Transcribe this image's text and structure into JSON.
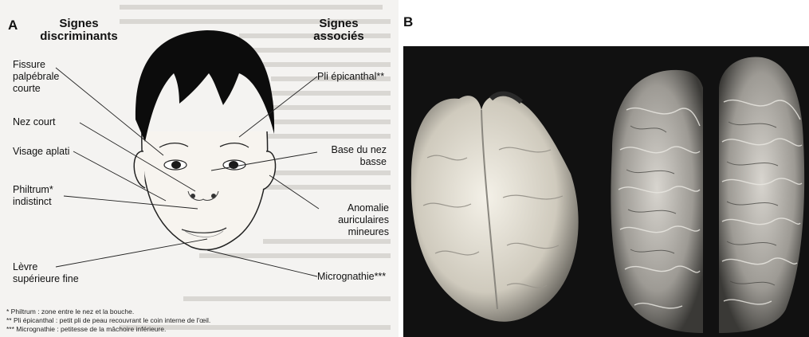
{
  "panel_a": {
    "letter": "A",
    "header_left": [
      "Signes",
      "discriminants"
    ],
    "header_right": [
      "Signes",
      "associés"
    ],
    "labels_left": {
      "fissure": [
        "Fissure",
        "palpébrale",
        "courte"
      ],
      "nez_court": "Nez court",
      "visage": "Visage aplati",
      "philtrum": [
        "Philtrum*",
        "indistinct"
      ],
      "levre": [
        "Lèvre",
        "supérieure fine"
      ]
    },
    "labels_right": {
      "pli": "Pli épicanthal**",
      "base_nez": [
        "Base du nez",
        "basse"
      ],
      "anomalie": [
        "Anomalie",
        "auriculaires",
        "mineures"
      ],
      "micrognathie": "Micrognathie***"
    },
    "footnotes": [
      "*    Philtrum : zone entre le nez et la bouche.",
      "**   Pli épicanthal : petit pli de peau recouvrant le coin interne de l'œil.",
      "***  Micrognathie : petitesse de la mâchoire inférieure."
    ]
  },
  "panel_b": {
    "letter": "B"
  }
}
